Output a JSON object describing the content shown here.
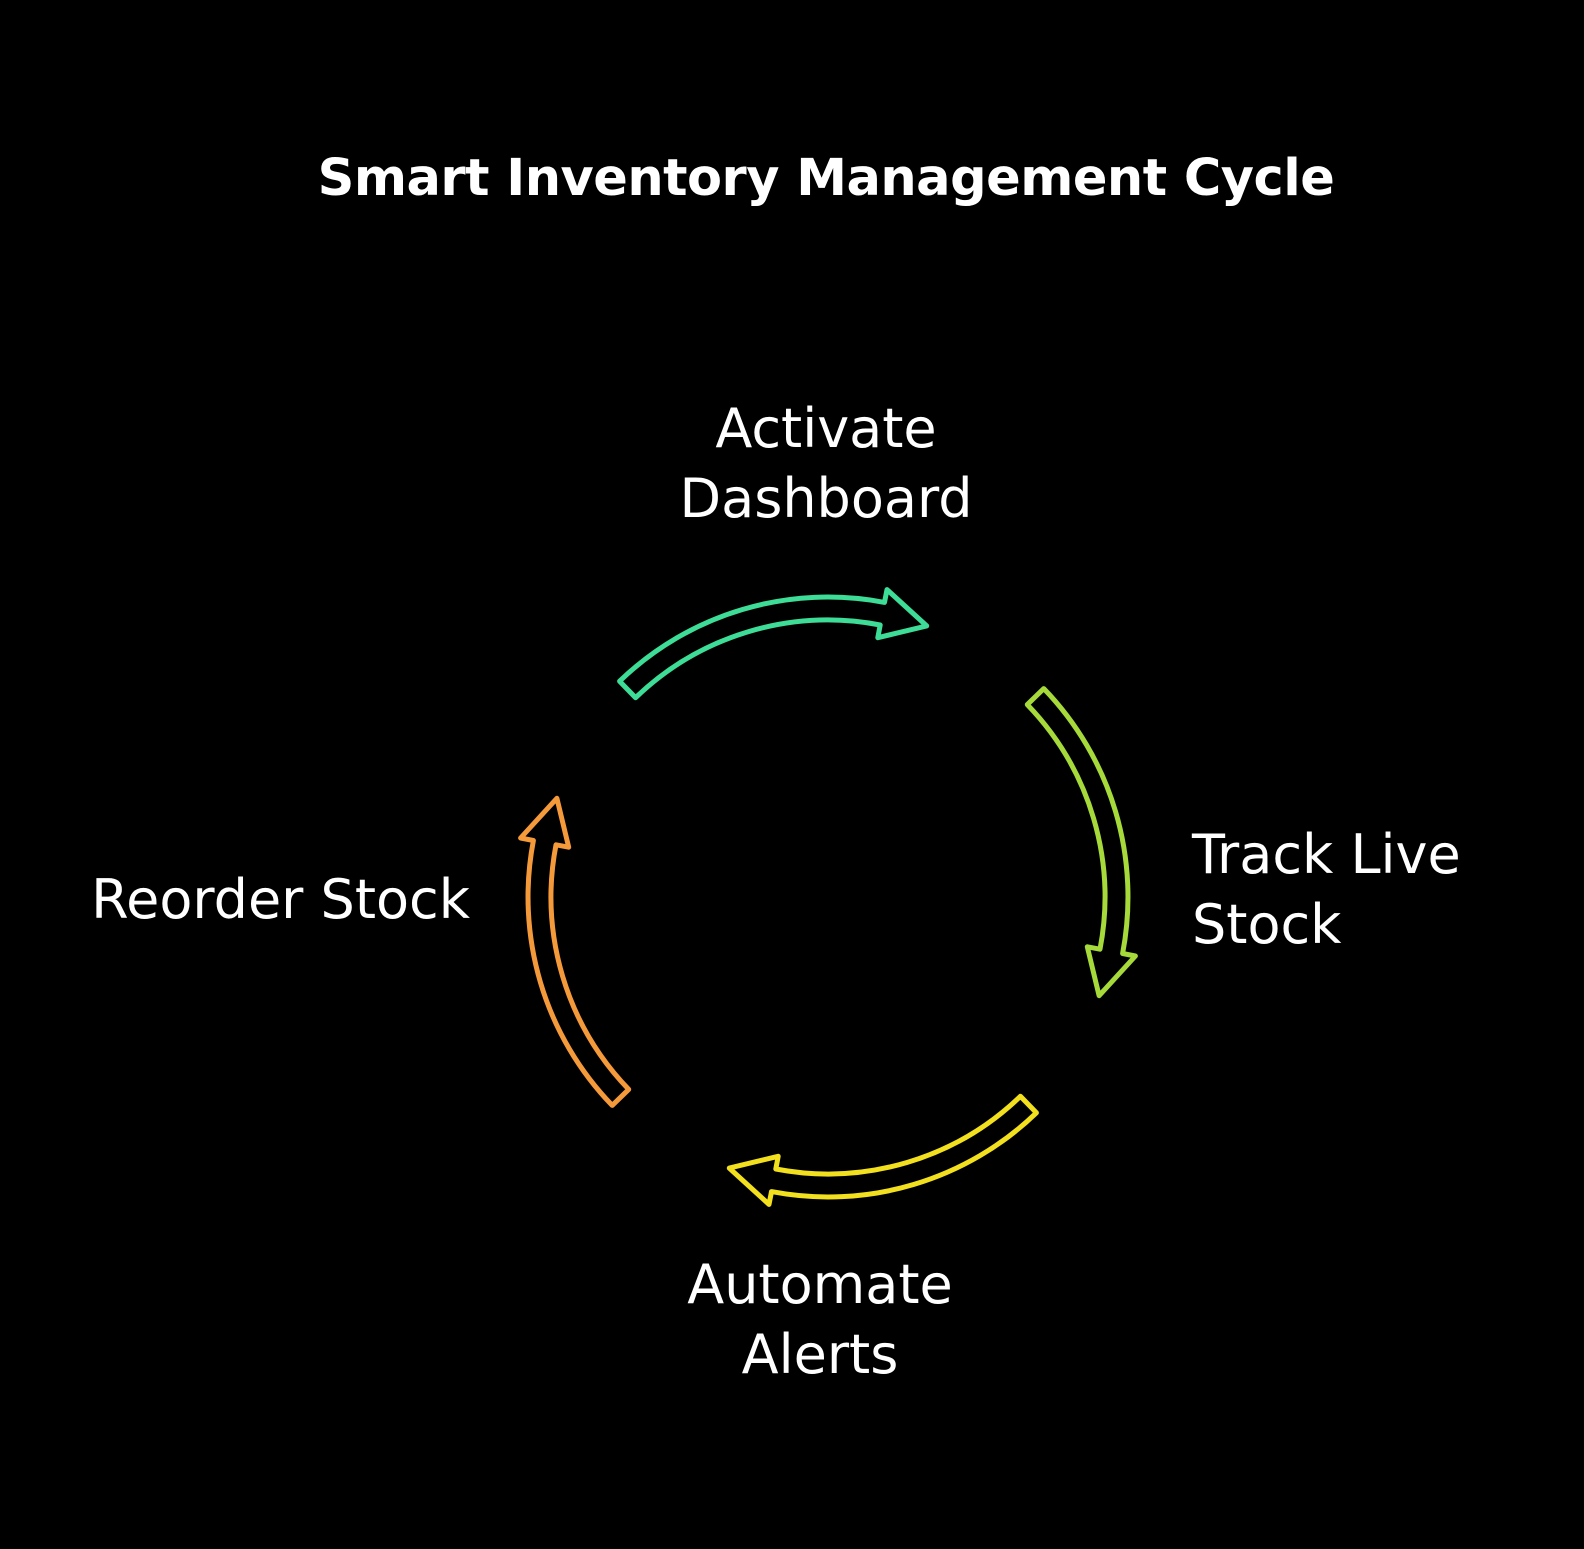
{
  "title": "Smart Inventory Management Cycle",
  "steps": [
    {
      "label": "Activate\nDashboard",
      "color": "#3DDC97"
    },
    {
      "label": "Track Live\nStock",
      "color": "#A6D93A"
    },
    {
      "label": "Automate\nAlerts",
      "color": "#F2E01F"
    },
    {
      "label": "Reorder Stock",
      "color": "#F59A3B"
    }
  ],
  "background": "#000000"
}
